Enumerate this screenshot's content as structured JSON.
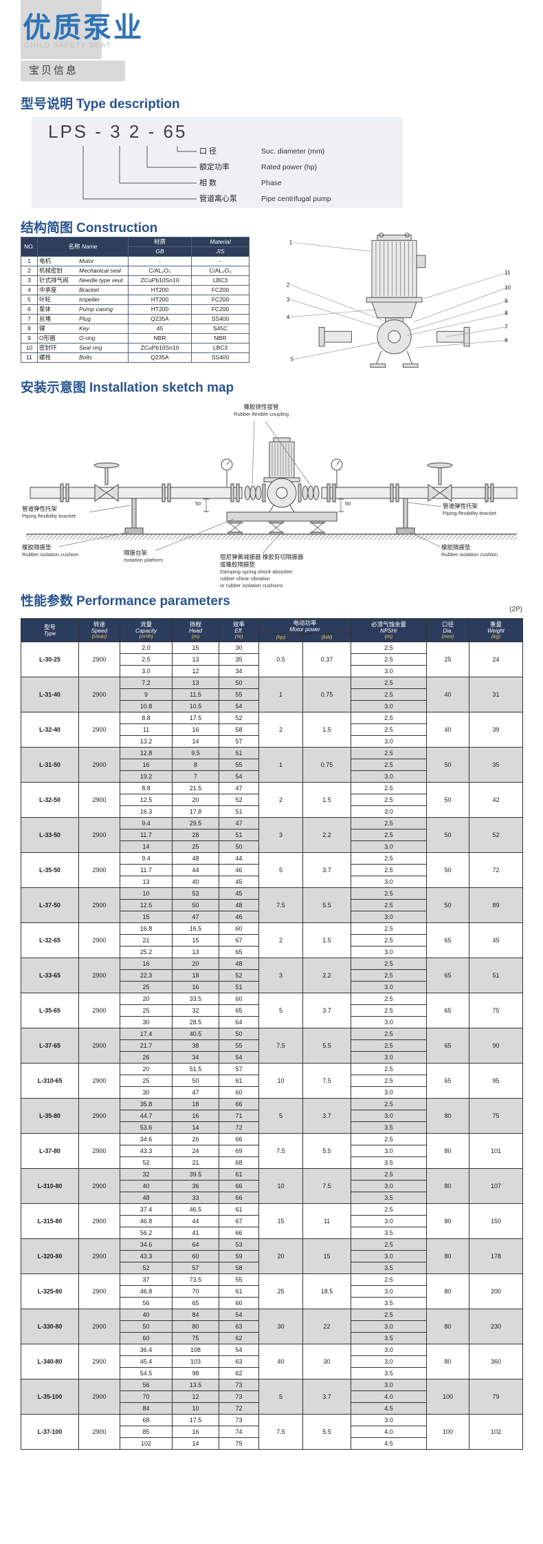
{
  "page": {
    "title_zh": "优质泵业",
    "title_en": "CHILD SAFETY SEAT",
    "badge": "宝贝信息"
  },
  "type_section": {
    "heading_zh": "型号说明",
    "heading_en": "Type description",
    "model_code": "LPS - 3  2 - 65",
    "labels": [
      {
        "zh": "口  径",
        "en": "Suc. diameter (mm)"
      },
      {
        "zh": "额定功率",
        "en": "Rated power (hp)"
      },
      {
        "zh": "相  数",
        "en": "Phase"
      },
      {
        "zh": "管道离心泵",
        "en": "Pipe centrifugal pump"
      }
    ]
  },
  "construction": {
    "heading_zh": "结构简图",
    "heading_en": "Construction",
    "header": {
      "no": "NO.",
      "name_zh": "名称",
      "name_en": "Name",
      "mat_zh": "材质",
      "mat_en": "Material",
      "gb": "GB",
      "jis": "JIS"
    },
    "rows": [
      {
        "no": "1",
        "zh": "电机",
        "en": "Motor",
        "gb": "-",
        "jis": "-"
      },
      {
        "no": "2",
        "zh": "机械密封",
        "en": "Mechanical seal",
        "gb": "C/AL₂O₃",
        "jis": "C/AL₂O₃"
      },
      {
        "no": "3",
        "zh": "针式排气阀",
        "en": "Needle type veut",
        "gb": "ZCuPb10Sn10",
        "jis": "LBC3"
      },
      {
        "no": "4",
        "zh": "中承座",
        "en": "Bracket",
        "gb": "HT200",
        "jis": "FC200"
      },
      {
        "no": "5",
        "zh": "叶轮",
        "en": "Impeller",
        "gb": "HT200",
        "jis": "FC200"
      },
      {
        "no": "6",
        "zh": "泵体",
        "en": "Pump casing",
        "gb": "HT200",
        "jis": "FC200"
      },
      {
        "no": "7",
        "zh": "丝堵",
        "en": "Plug",
        "gb": "Q235A",
        "jis": "SS400"
      },
      {
        "no": "8",
        "zh": "键",
        "en": "Key",
        "gb": "45",
        "jis": "S45C"
      },
      {
        "no": "9",
        "zh": "O形圈",
        "en": "O-ring",
        "gb": "NBR",
        "jis": "NBR"
      },
      {
        "no": "10",
        "zh": "密封环",
        "en": "Seal ring",
        "gb": "ZCuPb10Sn10",
        "jis": "LBC3"
      },
      {
        "no": "11",
        "zh": "螺栓",
        "en": "Bolts",
        "gb": "Q235A",
        "jis": "SS400"
      }
    ],
    "callouts_left": [
      "1",
      "2",
      "3",
      "4",
      "5"
    ],
    "callouts_right": [
      "11",
      "10",
      "9",
      "8",
      "7",
      "6"
    ]
  },
  "installation": {
    "heading_zh": "安装示意图",
    "heading_en": "Installation sketch map",
    "labels": {
      "coupling_zh": "橡胶挠性接管",
      "coupling_en": "Rubber flexible coupling",
      "bracket_left_zh": "管道弹性托架",
      "bracket_left_en": "Piping flexibility bracket",
      "bracket_right_zh": "管道弹性托架",
      "bracket_right_en": "Piping flexibility bracket",
      "cushion_left_zh": "橡胶隔振垫",
      "cushion_left_en": "Rubber isolation cushion",
      "cushion_right_zh": "橡胶隔振垫",
      "cushion_right_en": "Rubber isolation cushion",
      "platform_zh": "隔振台架",
      "platform_en": "Isolation platform",
      "damper_zh1": "阻尼弹簧减振器 橡胶剪切隔振器",
      "damper_zh2": "或橡胶隔振垫",
      "damper_en1": "Damping spring shock absorber",
      "damper_en2": "rubber shear vibration",
      "damper_en3": "or rubber isolation cushions",
      "dim1": "50",
      "dim2": "50"
    }
  },
  "performance": {
    "heading_zh": "性能参数",
    "heading_en": "Performance parameters",
    "note": "(2P)",
    "header": {
      "type_zh": "型号",
      "type_en": "Type",
      "speed_zh": "转速",
      "speed_en": "Speed",
      "speed_unit": "(r/min)",
      "cap_zh": "流量",
      "cap_en": "Capacity",
      "cap_unit": "(m³/h)",
      "head_zh": "扬程",
      "head_en": "Head",
      "head_unit": "(m)",
      "eff_zh": "效率",
      "eff_en": "Eff.",
      "eff_unit": "(%)",
      "power_zh": "电动功率",
      "power_en": "Motor power",
      "hp_unit": "(hp)",
      "kw_unit": "(kW)",
      "npshr_zh": "必须气蚀余量",
      "npshr_en": "NPSHr",
      "npshr_unit": "(m)",
      "dia_zh": "口径",
      "dia_en": "Dia.",
      "dia_unit": "(mm)",
      "weight_zh": "重量",
      "weight_en": "Weight",
      "weight_unit": "(kg)"
    },
    "rows": [
      {
        "type": "L-30-25",
        "speed": "2900",
        "hp": "0.5",
        "kw": "0.37",
        "dia": "25",
        "weight": "24",
        "sub": [
          [
            "2.0",
            "15",
            "30",
            "2.5"
          ],
          [
            "2.5",
            "13",
            "35",
            "2.5"
          ],
          [
            "3.0",
            "12",
            "34",
            "3.0"
          ]
        ]
      },
      {
        "type": "L-31-40",
        "speed": "2900",
        "hp": "1",
        "kw": "0.75",
        "dia": "40",
        "weight": "31",
        "sub": [
          [
            "7.2",
            "13",
            "50",
            "2.5"
          ],
          [
            "9",
            "11.5",
            "55",
            "2.5"
          ],
          [
            "10.8",
            "10.5",
            "54",
            "3.0"
          ]
        ]
      },
      {
        "type": "L-32-40",
        "speed": "2900",
        "hp": "2",
        "kw": "1.5",
        "dia": "40",
        "weight": "39",
        "sub": [
          [
            "8.8",
            "17.5",
            "52",
            "2.5"
          ],
          [
            "11",
            "16",
            "58",
            "2.5"
          ],
          [
            "13.2",
            "14",
            "57",
            "3.0"
          ]
        ]
      },
      {
        "type": "L-31-50",
        "speed": "2900",
        "hp": "1",
        "kw": "0.75",
        "dia": "50",
        "weight": "35",
        "sub": [
          [
            "12.8",
            "9.5",
            "51",
            "2.5"
          ],
          [
            "16",
            "8",
            "55",
            "2.5"
          ],
          [
            "19.2",
            "7",
            "54",
            "3.0"
          ]
        ]
      },
      {
        "type": "L-32-50",
        "speed": "2900",
        "hp": "2",
        "kw": "1.5",
        "dia": "50",
        "weight": "42",
        "sub": [
          [
            "8.8",
            "21.5",
            "47",
            "2.5"
          ],
          [
            "12.5",
            "20",
            "52",
            "2.5"
          ],
          [
            "16.3",
            "17.8",
            "51",
            "3.0"
          ]
        ]
      },
      {
        "type": "L-33-50",
        "speed": "2900",
        "hp": "3",
        "kw": "2.2",
        "dia": "50",
        "weight": "52",
        "sub": [
          [
            "9.4",
            "29.5",
            "47",
            "2.5"
          ],
          [
            "11.7",
            "28",
            "51",
            "2.5"
          ],
          [
            "14",
            "25",
            "50",
            "3.0"
          ]
        ]
      },
      {
        "type": "L-35-50",
        "speed": "2900",
        "hp": "5",
        "kw": "3.7",
        "dia": "50",
        "weight": "72",
        "sub": [
          [
            "9.4",
            "48",
            "44",
            "2.5"
          ],
          [
            "11.7",
            "44",
            "46",
            "2.5"
          ],
          [
            "13",
            "40",
            "45",
            "3.0"
          ]
        ]
      },
      {
        "type": "L-37-50",
        "speed": "2900",
        "hp": "7.5",
        "kw": "5.5",
        "dia": "50",
        "weight": "89",
        "sub": [
          [
            "10",
            "53",
            "45",
            "2.5"
          ],
          [
            "12.5",
            "50",
            "48",
            "2.5"
          ],
          [
            "15",
            "47",
            "46",
            "3.0"
          ]
        ]
      },
      {
        "type": "L-32-65",
        "speed": "2900",
        "hp": "2",
        "kw": "1.5",
        "dia": "65",
        "weight": "45",
        "sub": [
          [
            "16.8",
            "16.5",
            "60",
            "2.5"
          ],
          [
            "21",
            "15",
            "67",
            "2.5"
          ],
          [
            "25.2",
            "13",
            "65",
            "3.0"
          ]
        ]
      },
      {
        "type": "L-33-65",
        "speed": "2900",
        "hp": "3",
        "kw": "2.2",
        "dia": "65",
        "weight": "51",
        "sub": [
          [
            "16",
            "20",
            "48",
            "2.5"
          ],
          [
            "22.3",
            "18",
            "52",
            "2.5"
          ],
          [
            "25",
            "16",
            "51",
            "3.0"
          ]
        ]
      },
      {
        "type": "L-35-65",
        "speed": "2900",
        "hp": "5",
        "kw": "3.7",
        "dia": "65",
        "weight": "75",
        "sub": [
          [
            "20",
            "33.5",
            "60",
            "2.5"
          ],
          [
            "25",
            "32",
            "65",
            "2.5"
          ],
          [
            "30",
            "28.5",
            "64",
            "3.0"
          ]
        ]
      },
      {
        "type": "L-37-65",
        "speed": "2900",
        "hp": "7.5",
        "kw": "5.5",
        "dia": "65",
        "weight": "90",
        "sub": [
          [
            "17.4",
            "40.5",
            "50",
            "2.5"
          ],
          [
            "21.7",
            "38",
            "55",
            "2.5"
          ],
          [
            "26",
            "34",
            "54",
            "3.0"
          ]
        ]
      },
      {
        "type": "L-310-65",
        "speed": "2900",
        "hp": "10",
        "kw": "7.5",
        "dia": "65",
        "weight": "95",
        "sub": [
          [
            "20",
            "51.5",
            "57",
            "2.5"
          ],
          [
            "25",
            "50",
            "61",
            "2.5"
          ],
          [
            "30",
            "47",
            "60",
            "3.0"
          ]
        ]
      },
      {
        "type": "L-35-80",
        "speed": "2900",
        "hp": "5",
        "kw": "3.7",
        "dia": "80",
        "weight": "75",
        "sub": [
          [
            "35.8",
            "18",
            "66",
            "2.5"
          ],
          [
            "44.7",
            "16",
            "71",
            "3.0"
          ],
          [
            "53.6",
            "14",
            "72",
            "3.5"
          ]
        ]
      },
      {
        "type": "L-37-80",
        "speed": "2900",
        "hp": "7.5",
        "kw": "5.5",
        "dia": "80",
        "weight": "101",
        "sub": [
          [
            "34.6",
            "26",
            "66",
            "2.5"
          ],
          [
            "43.3",
            "24",
            "69",
            "3.0"
          ],
          [
            "52",
            "21",
            "68",
            "3.5"
          ]
        ]
      },
      {
        "type": "L-310-80",
        "speed": "2900",
        "hp": "10",
        "kw": "7.5",
        "dia": "80",
        "weight": "107",
        "sub": [
          [
            "32",
            "39.5",
            "61",
            "2.5"
          ],
          [
            "40",
            "36",
            "66",
            "3.0"
          ],
          [
            "48",
            "33",
            "66",
            "3.5"
          ]
        ]
      },
      {
        "type": "L-315-80",
        "speed": "2900",
        "hp": "15",
        "kw": "11",
        "dia": "80",
        "weight": "150",
        "sub": [
          [
            "37.4",
            "46.5",
            "61",
            "2.5"
          ],
          [
            "46.8",
            "44",
            "67",
            "3.0"
          ],
          [
            "56.2",
            "41",
            "66",
            "3.5"
          ]
        ]
      },
      {
        "type": "L-320-80",
        "speed": "2900",
        "hp": "20",
        "kw": "15",
        "dia": "80",
        "weight": "178",
        "sub": [
          [
            "34.6",
            "64",
            "53",
            "2.5"
          ],
          [
            "43.3",
            "60",
            "59",
            "3.0"
          ],
          [
            "52",
            "57",
            "58",
            "3.5"
          ]
        ]
      },
      {
        "type": "L-325-80",
        "speed": "2900",
        "hp": "25",
        "kw": "18.5",
        "dia": "80",
        "weight": "200",
        "sub": [
          [
            "37",
            "73.5",
            "55",
            "2.5"
          ],
          [
            "46.8",
            "70",
            "61",
            "3.0"
          ],
          [
            "56",
            "65",
            "60",
            "3.5"
          ]
        ]
      },
      {
        "type": "L-330-80",
        "speed": "2900",
        "hp": "30",
        "kw": "22",
        "dia": "80",
        "weight": "230",
        "sub": [
          [
            "40",
            "84",
            "54",
            "2.5"
          ],
          [
            "50",
            "80",
            "63",
            "3.0"
          ],
          [
            "60",
            "75",
            "62",
            "3.5"
          ]
        ]
      },
      {
        "type": "L-340-80",
        "speed": "2900",
        "hp": "40",
        "kw": "30",
        "dia": "80",
        "weight": "360",
        "sub": [
          [
            "36.4",
            "108",
            "54",
            "3.0"
          ],
          [
            "45.4",
            "103",
            "63",
            "3.0"
          ],
          [
            "54.5",
            "98",
            "62",
            "3.5"
          ]
        ]
      },
      {
        "type": "L-35-100",
        "speed": "2900",
        "hp": "5",
        "kw": "3.7",
        "dia": "100",
        "weight": "79",
        "sub": [
          [
            "56",
            "13.5",
            "73",
            "3.0"
          ],
          [
            "70",
            "12",
            "73",
            "4.0"
          ],
          [
            "84",
            "10",
            "72",
            "4.5"
          ]
        ]
      },
      {
        "type": "L-37-100",
        "speed": "2900",
        "hp": "7.5",
        "kw": "5.5",
        "dia": "100",
        "weight": "102",
        "sub": [
          [
            "68",
            "17.5",
            "73",
            "3.0"
          ],
          [
            "85",
            "16",
            "74",
            "4.0"
          ],
          [
            "102",
            "14",
            "75",
            "4.5"
          ]
        ]
      }
    ]
  }
}
